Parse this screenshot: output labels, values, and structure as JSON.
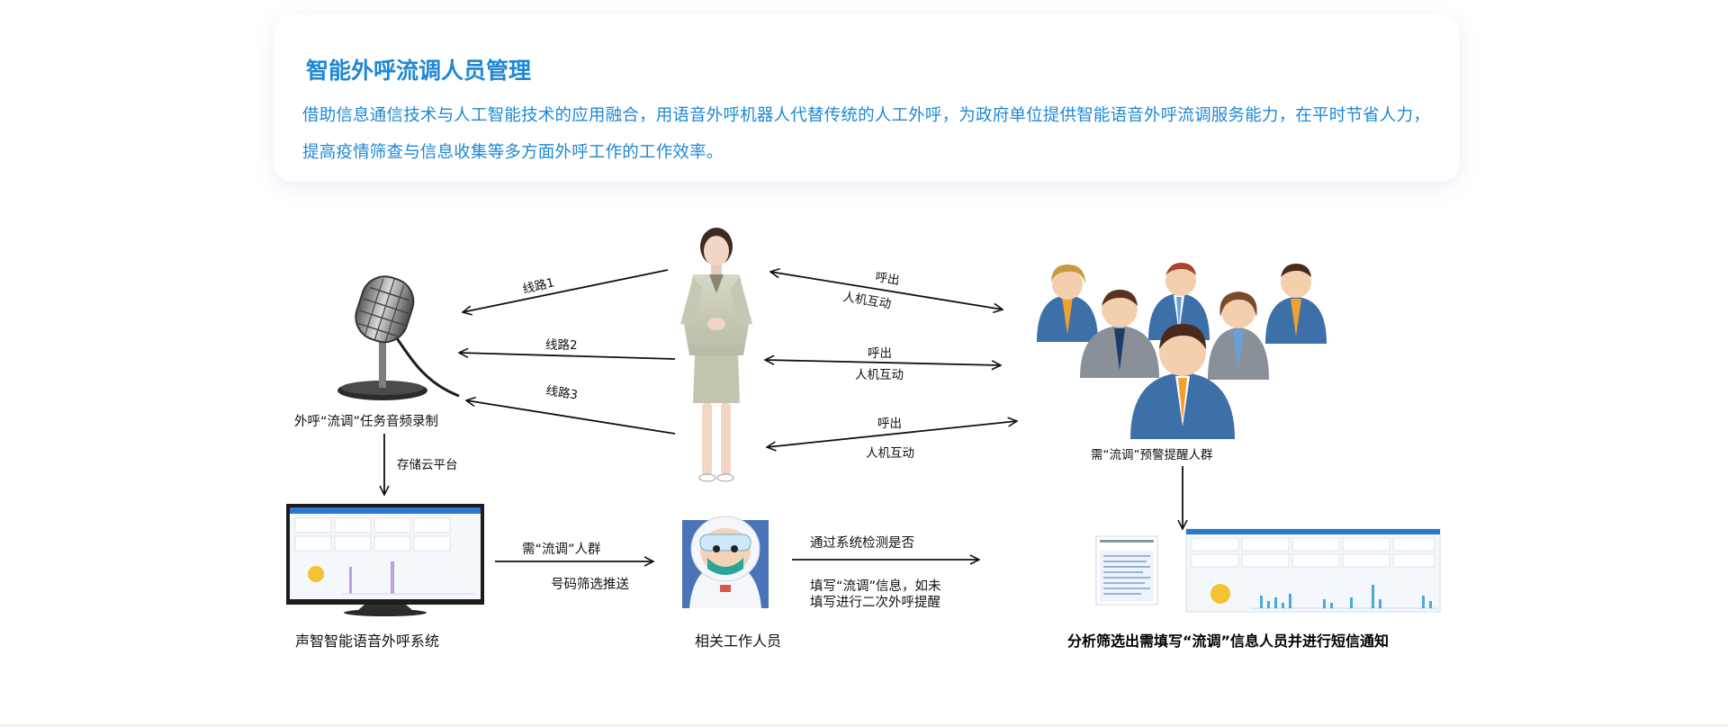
{
  "intro": {
    "title": "智能外呼流调人员管理",
    "description": "借助信息通信技术与人工智能技术的应用融合，用语音外呼机器人代替传统的人工外呼，为政府单位提供智能语音外呼流调服务能力，在平时节省人力，提高疫情筛查与信息收集等多方面外呼工作的工作效率。"
  },
  "nodes": {
    "microphone": "外呼“流调”任务音频录制",
    "crowd": "需“流调”预警提醒人群",
    "system": "声智智能语音外呼系统",
    "worker": "相关工作人员",
    "result": "分析筛选出需填写“流调”信息人员并进行短信通知"
  },
  "edges": {
    "line1": "线路1",
    "line2": "线路2",
    "line3": "线路3",
    "call_out": "呼出",
    "interaction": "人机互动",
    "store_cloud": "存储云平台",
    "need_crowd": "需“流调”人群",
    "number_filter": "号码筛选推送",
    "detect": "通过系统检测是否",
    "fill_1": "填写“流调”信息，如未",
    "fill_2": "填写进行二次外呼提醒"
  },
  "colors": {
    "accent": "#1e88d4",
    "suit": "#3d6fa8",
    "tie": "#f0a030"
  },
  "icons": {
    "microphone": "microphone-icon",
    "robot": "female-robot-figure",
    "crowd": "people-group-icon",
    "monitor": "monitor-dashboard-icon",
    "worker": "health-worker-avatar",
    "dashboard": "dashboard-screenshot"
  }
}
